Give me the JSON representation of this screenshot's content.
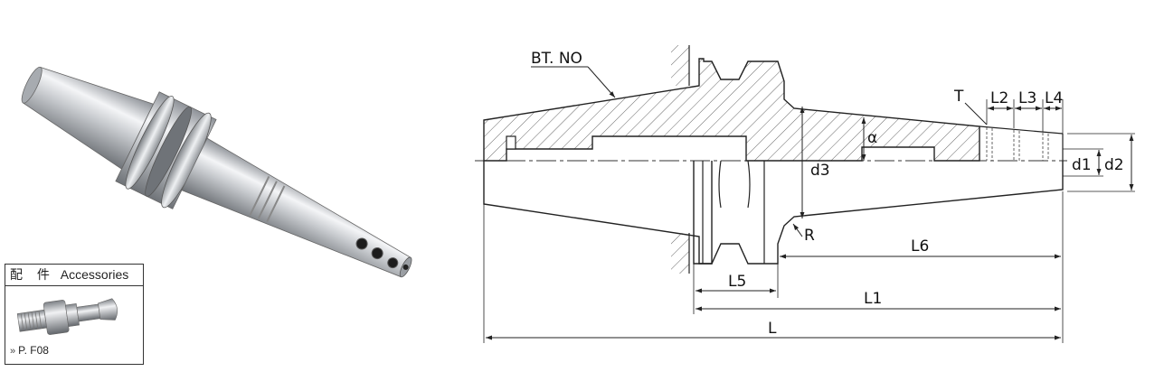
{
  "accessories": {
    "title_cjk": "配 件",
    "title_en": "Accessories",
    "page_ref": "P. F08"
  },
  "drawing": {
    "labels": {
      "bt_no": "BT. NO",
      "t": "T",
      "l2": "L2",
      "l3": "L3",
      "l4": "L4",
      "alpha": "α",
      "d1": "d1",
      "d2": "d2",
      "d3": "d3",
      "r": "R",
      "l6": "L6",
      "l5": "L5",
      "l1": "L1",
      "l": "L"
    }
  },
  "colors": {
    "line": "#222222",
    "hatch": "#555555",
    "metal": "#b9bcc0"
  }
}
